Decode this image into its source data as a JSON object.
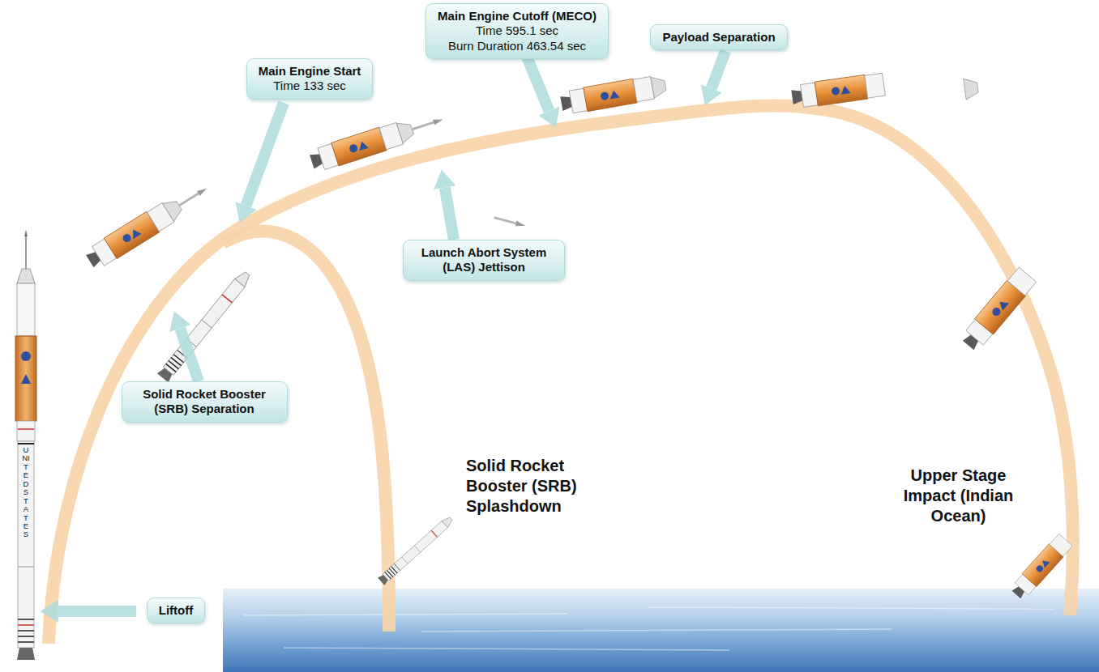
{
  "diagram": {
    "nodes": [
      {
        "text": [
          "Main Engine Cutoff (MECO)",
          "Time 595.1 sec",
          "Burn Duration 463.54 sec"
        ]
      },
      {
        "text": [
          "Payload Separation"
        ]
      },
      {
        "text": [
          "Main Engine Start",
          "Time 133 sec"
        ]
      },
      {
        "text": [
          "Launch Abort System (LAS) Jettison"
        ]
      },
      {
        "text": [
          "Solid Rocket Booster (SRB) Separation"
        ]
      },
      {
        "text": [
          "Liftoff"
        ]
      }
    ],
    "labels": [
      "Solid Rocket Booster (SRB) Splashdown",
      "Upper Stage Impact (Indian Ocean)",
      "UNITED STATES"
    ]
  }
}
